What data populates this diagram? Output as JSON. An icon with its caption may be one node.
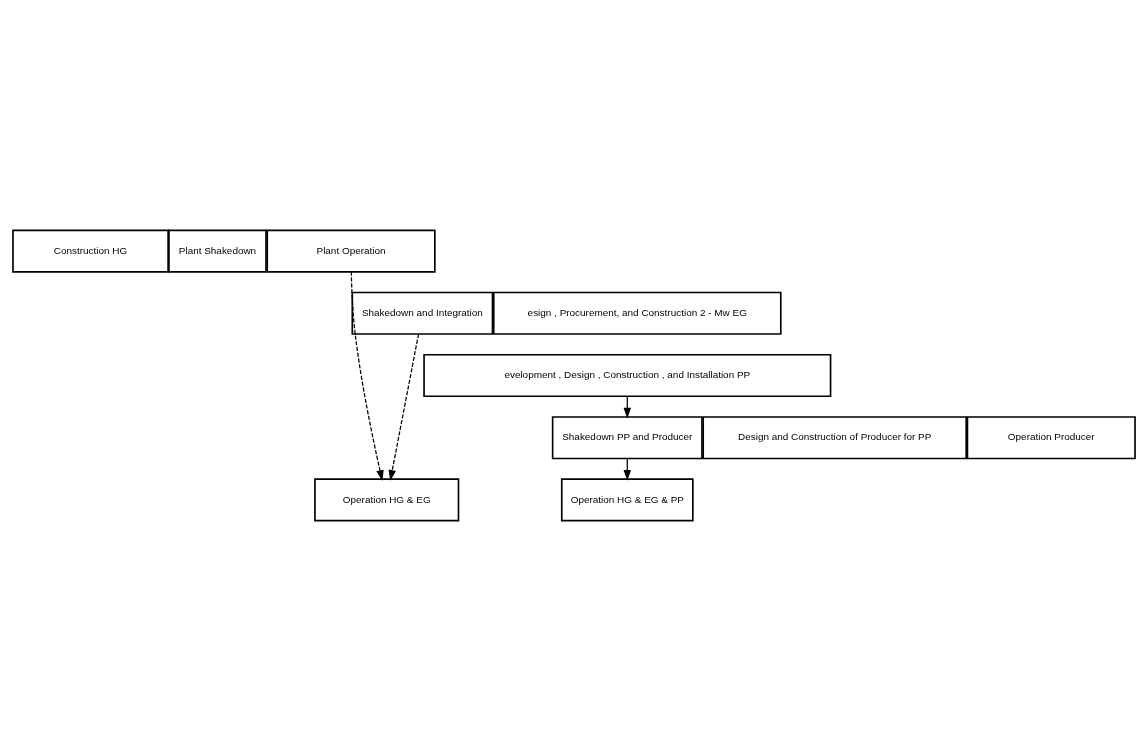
{
  "diagram": {
    "nodes": [
      {
        "text": [
          "Construction HG"
        ]
      },
      {
        "text": [
          "Plant Shakedown"
        ]
      },
      {
        "text": [
          "Plant Operation"
        ]
      },
      {
        "text": [
          "esign , Procurement, and Construction 2 - Mw EG"
        ]
      },
      {
        "text": [
          "Shakedown and Integration"
        ]
      },
      {
        "text": [
          "evelopment , Design , Construction , and Installation PP"
        ]
      },
      {
        "text": [
          "Design and Construction of Producer for PP"
        ]
      },
      {
        "text": [
          "Operation Producer"
        ]
      },
      {
        "text": [
          "Shakedown PP and Producer"
        ]
      },
      {
        "text": [
          "Operation HG & EG"
        ]
      },
      {
        "text": [
          "Operation HG & EG & PP"
        ]
      }
    ],
    "edges": [
      {
        "from": 2,
        "to": 9,
        "arrow": "to",
        "style": "dashed"
      },
      {
        "from": 4,
        "to": 9,
        "arrow": "to",
        "style": "dashed"
      },
      {
        "from": 5,
        "to": 8,
        "arrow": "to"
      },
      {
        "from": 8,
        "to": 10,
        "arrow": "to"
      }
    ]
  }
}
